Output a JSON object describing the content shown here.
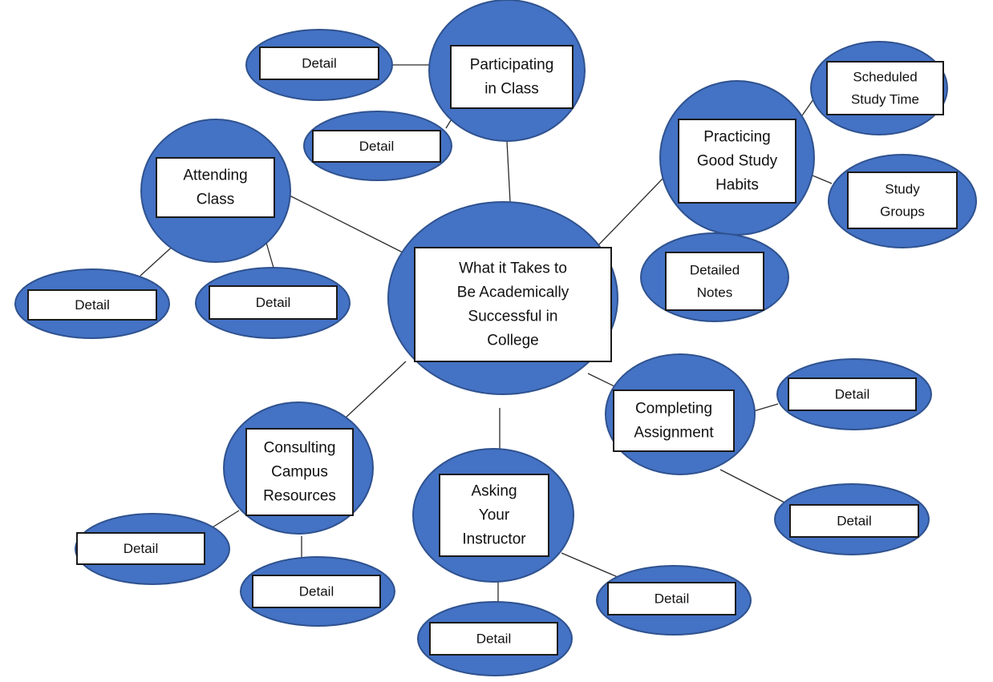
{
  "colors": {
    "bubble_fill": "#4472c4",
    "bubble_stroke": "#2f528f",
    "box_fill": "#ffffff",
    "line": "#2b2b2b"
  },
  "center": {
    "lines": [
      "What it Takes to",
      "Be Academically",
      "Successful in",
      "College"
    ]
  },
  "topics": [
    {
      "id": "participating",
      "lines": [
        "Participating",
        "in Class"
      ],
      "details": [
        {
          "lines": [
            "Detail"
          ]
        },
        {
          "lines": [
            "Detail"
          ]
        }
      ]
    },
    {
      "id": "attending",
      "lines": [
        "Attending",
        "Class"
      ],
      "details": [
        {
          "lines": [
            "Detail"
          ]
        },
        {
          "lines": [
            "Detail"
          ]
        }
      ]
    },
    {
      "id": "practicing",
      "lines": [
        "Practicing",
        "Good Study",
        "Habits"
      ],
      "details": [
        {
          "lines": [
            "Scheduled",
            "Study Time"
          ]
        },
        {
          "lines": [
            "Study",
            "Groups"
          ]
        },
        {
          "lines": [
            "Detailed",
            "Notes"
          ]
        }
      ]
    },
    {
      "id": "completing",
      "lines": [
        "Completing",
        "Assignment"
      ],
      "details": [
        {
          "lines": [
            "Detail"
          ]
        },
        {
          "lines": [
            "Detail"
          ]
        }
      ]
    },
    {
      "id": "consulting",
      "lines": [
        "Consulting",
        "Campus",
        "Resources"
      ],
      "details": [
        {
          "lines": [
            "Detail"
          ]
        },
        {
          "lines": [
            "Detail"
          ]
        }
      ]
    },
    {
      "id": "asking",
      "lines": [
        "Asking",
        "Your",
        "Instructor"
      ],
      "details": [
        {
          "lines": [
            "Detail"
          ]
        },
        {
          "lines": [
            "Detail"
          ]
        }
      ]
    }
  ]
}
